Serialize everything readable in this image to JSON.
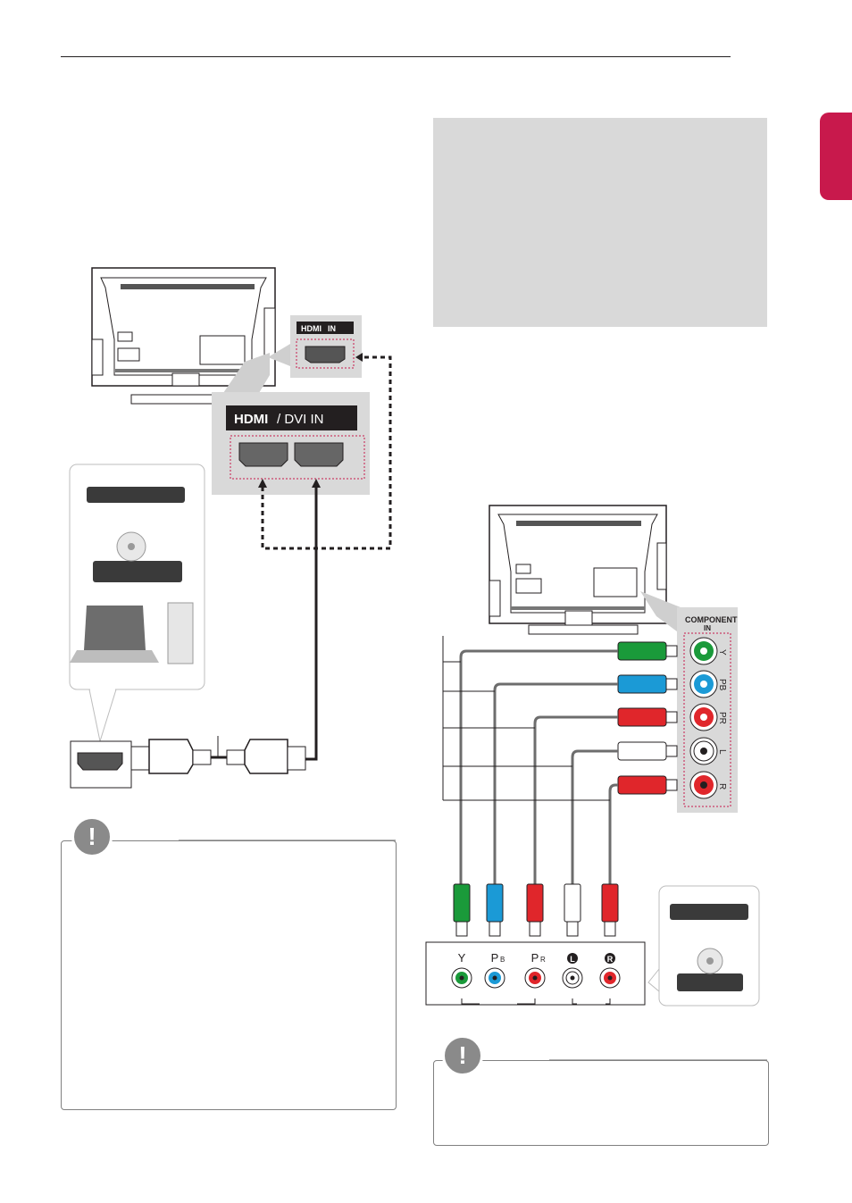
{
  "page": {
    "colors": {
      "accent": "#c8194c",
      "note_gray": "#8a8a8a",
      "panel_gray": "#d9d9d9",
      "cable_green": "#1a9a3a",
      "cable_blue": "#1b9ad6",
      "cable_red": "#e0262b",
      "cable_white": "#ffffff"
    }
  },
  "hdmi_diagram": {
    "hdmi_in_label": "IN",
    "dvi_in_label": "/ DVI IN"
  },
  "component_diagram": {
    "tv_panel_label_line1": "COMPONENT",
    "tv_panel_label_line2": "IN",
    "tv_jack_labels": [
      "Y",
      "PB",
      "PR",
      "L",
      "R"
    ],
    "device_jack_labels": [
      "Y",
      "P",
      "P",
      "L",
      "R"
    ],
    "device_jack_subscripts": [
      "",
      "B",
      "R",
      "",
      ""
    ]
  },
  "notes": {
    "icon_glyph": "!",
    "icon_name": "exclamation-icon"
  }
}
